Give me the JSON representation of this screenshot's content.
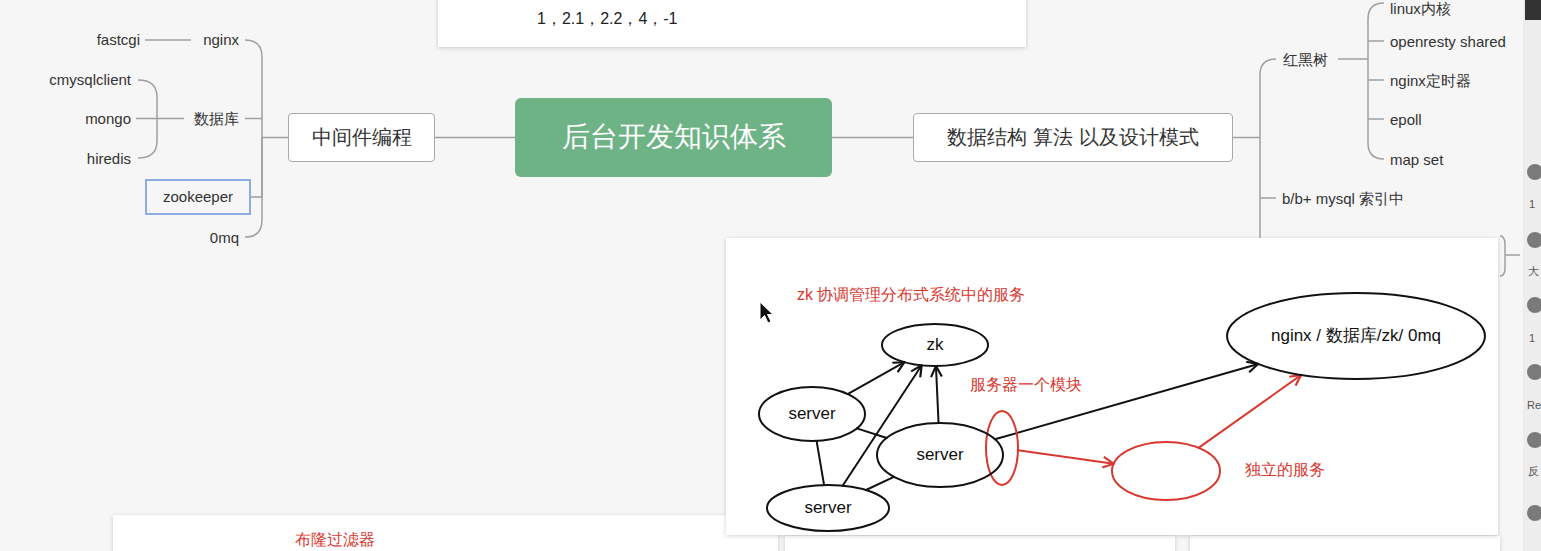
{
  "diagram": {
    "nodes": [
      {
        "text": [
          "1，2.1，2.2，4，-1"
        ]
      },
      {
        "text": [
          "中间件编程"
        ]
      },
      {
        "text": [
          "后台开发知识体系"
        ]
      },
      {
        "text": [
          "数据结构 算法 以及设计模式"
        ]
      },
      {
        "text": [
          "zookeeper"
        ]
      },
      {
        "text": [
          "zk 协调管理分布式系统中的服务"
        ]
      },
      {
        "text": [
          "zk"
        ],
        "in": 5
      },
      {
        "text": [
          "nginx / 数据库/zk/ 0mq"
        ],
        "in": 5
      },
      {
        "text": [
          "服务器一个模块"
        ],
        "in": 5
      },
      {
        "text": [
          "server"
        ],
        "in": 5
      },
      {
        "text": [
          "server"
        ],
        "in": 5
      },
      {
        "text": [
          "独立的服务"
        ],
        "in": 5
      },
      {
        "text": [
          "server"
        ],
        "in": 5
      },
      {
        "text": [
          "布隆过滤器"
        ]
      }
    ],
    "edges": [
      {
        "from": 2,
        "to": 1,
        "arrow": "none"
      },
      {
        "from": 2,
        "to": 3,
        "arrow": "none"
      },
      {
        "from": 1,
        "to": 4,
        "arrow": "none"
      },
      {
        "from": 9,
        "to": 6,
        "arrow": "to"
      },
      {
        "from": 12,
        "to": 6,
        "arrow": "to"
      },
      {
        "from": 10,
        "to": 6,
        "arrow": "to"
      },
      {
        "from": 10,
        "to": 7,
        "arrow": "to"
      },
      {
        "from": 8,
        "to": 11,
        "arrow": "to"
      },
      {
        "from": 11,
        "to": 7,
        "arrow": "to"
      },
      {
        "from": 9,
        "to": 12,
        "arrow": "none"
      },
      {
        "from": 9,
        "to": 10,
        "arrow": "none"
      },
      {
        "from": 10,
        "to": 12,
        "arrow": "none"
      }
    ],
    "labels": [
      "fastcgi",
      "nginx",
      "cmysqlclient",
      "mongo",
      "数据库",
      "hiredis",
      "0mq",
      "linux内核",
      "openresty shared",
      "红黑树",
      "nginx定时器",
      "epoll",
      "map set",
      "b/b+ mysql 索引中",
      "1",
      "大",
      "1",
      "Re",
      "反"
    ]
  }
}
